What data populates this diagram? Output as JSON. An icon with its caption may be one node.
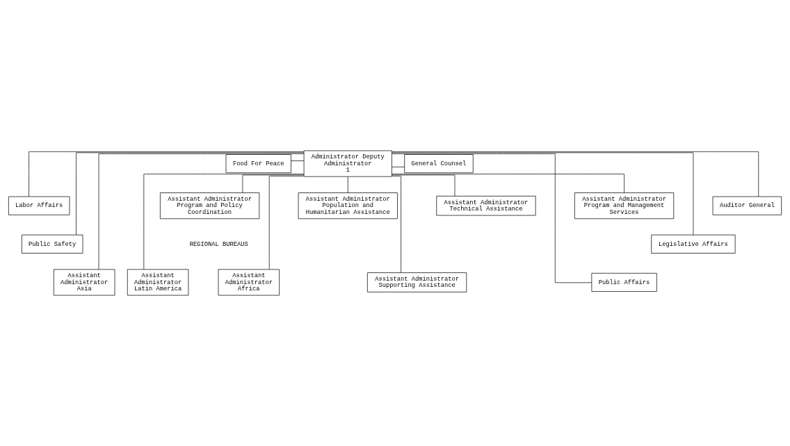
{
  "diagram": {
    "nodes": [
      {
        "text": [
          "Administrator Deputy Administrator",
          "1"
        ]
      },
      {
        "text": [
          "Food For Peace"
        ]
      },
      {
        "text": [
          "Labor Affairs"
        ]
      },
      {
        "text": [
          "Public Safety"
        ]
      },
      {
        "text": [
          "General Counsel"
        ]
      },
      {
        "text": [
          "Auditor General"
        ]
      },
      {
        "text": [
          "Legislative Affairs"
        ]
      },
      {
        "text": [
          "Public Affairs"
        ]
      },
      {
        "text": [
          "Assistant Administrator Population and Humanitarian Assistance"
        ]
      },
      {
        "text": [
          "Assistant Administrator Technical Assistance"
        ]
      },
      {
        "text": [
          "Assistant Administrator Program and Management Services"
        ]
      },
      {
        "text": [
          "Assistant Administrator Program and Policy Coordination"
        ]
      },
      {
        "text": [
          "Assistant Administrator Asia"
        ]
      },
      {
        "text": [
          "Assistant Administrator Africa"
        ]
      },
      {
        "text": [
          "Assistant Administrator Latin America"
        ]
      },
      {
        "text": [
          "Assistant Administrator Supporting Assistance"
        ]
      }
    ],
    "edges": [
      {
        "from": 0,
        "to": 1,
        "arrow": "none"
      },
      {
        "from": 0,
        "to": 2,
        "arrow": "none"
      },
      {
        "from": 0,
        "to": 3,
        "arrow": "none"
      },
      {
        "from": 0,
        "to": 4,
        "arrow": "none"
      },
      {
        "from": 0,
        "to": 5,
        "arrow": "none"
      },
      {
        "from": 0,
        "to": 6,
        "arrow": "none"
      },
      {
        "from": 0,
        "to": 7,
        "arrow": "none"
      },
      {
        "from": 0,
        "to": 8,
        "arrow": "none"
      },
      {
        "from": 0,
        "to": 9,
        "arrow": "none"
      },
      {
        "from": 0,
        "to": 10,
        "arrow": "none"
      },
      {
        "from": 0,
        "to": 11,
        "arrow": "none"
      },
      {
        "from": 0,
        "to": 12,
        "arrow": "none"
      },
      {
        "from": 0,
        "to": 13,
        "arrow": "none"
      },
      {
        "from": 0,
        "to": 14,
        "arrow": "none"
      },
      {
        "from": 0,
        "to": 15,
        "arrow": "none"
      }
    ],
    "labels": [
      "REGIONAL BUREAUS"
    ]
  }
}
